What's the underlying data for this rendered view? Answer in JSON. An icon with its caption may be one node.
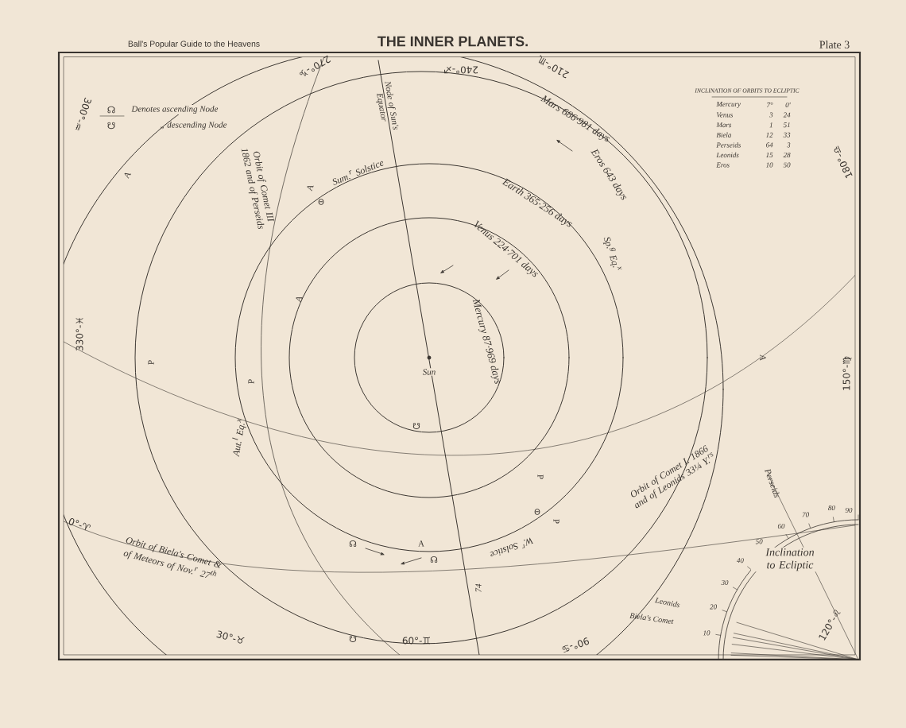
{
  "diagram": {
    "title": "THE INNER PLANETS.",
    "labels": [
      "Ball's Popular Guide to the Heavens",
      "Plate 3",
      "☊",
      "Denotes ascending Node",
      "☋",
      "„ descending Node",
      "INCLINATION OF ORBITS TO ECLIPTIC",
      "Mercury",
      "7°",
      "0'",
      "Venus",
      "3",
      "24",
      "Mars",
      "1",
      "51",
      "Biela",
      "12",
      "33",
      "Perseids",
      "64",
      "3",
      "Leonids",
      "15",
      "28",
      "Eros",
      "10",
      "50",
      "270°-♑",
      "240°-♐",
      "210°-♏",
      "180°-♎",
      "150°-♍",
      "120°-♌",
      "90°-♋",
      "60°-♊",
      "30°-♉",
      "0°-♈",
      "330°-♓",
      "300°-♒",
      "Mars 686·981 days",
      "Eros 643 days",
      "Earth 365·256 days",
      "Venus 224·701 days",
      "Mercury 87·969 days",
      "Sun",
      "Node of Sun's Equator",
      "Orbit of Comet III 1862 and of Perseids",
      "Sum.$^{r}$ Solstice",
      "Sp.$^{g}$ Eq.$^{x}$",
      "Aut.$^{l}$ Eq.$^{x}$",
      "Orbit of Comet I. 1866 and of Leonids 33¼ Y.$^{rs}$",
      "W.$^{r}$ Solstice",
      "74",
      "Orbit of Biela's Comet & of Meteors of Nov.$^{r}$ 27$^{th}$",
      "Perseids",
      "Inclination to Ecliptic",
      "Leonids",
      "Biela's Comet",
      "10",
      "20",
      "30",
      "40",
      "50",
      "60",
      "70",
      "80",
      "90",
      "A",
      "A",
      "Θ",
      "A",
      "P",
      "P",
      "A",
      "P",
      "Θ",
      "P",
      "☊",
      "A",
      "☊",
      "☋",
      "☋"
    ]
  }
}
